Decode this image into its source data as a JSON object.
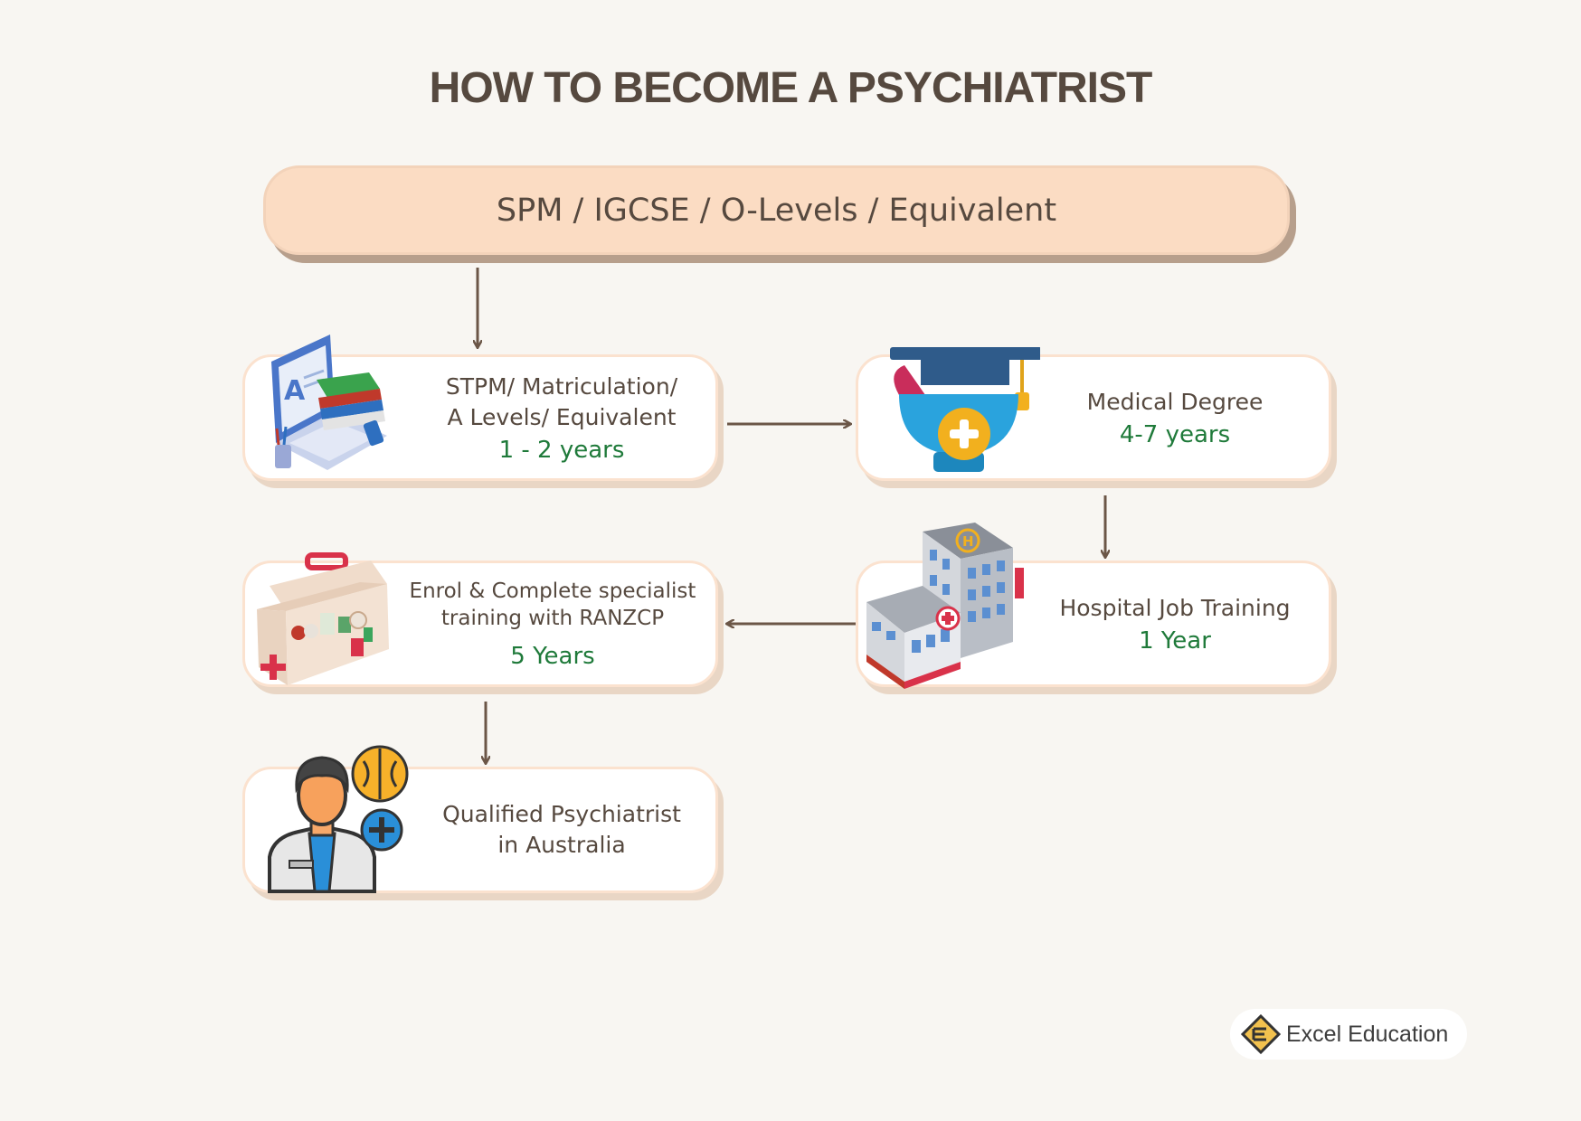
{
  "title": "HOW TO BECOME A PSYCHIATRIST",
  "start": {
    "label": "SPM / IGCSE / O-Levels / Equivalent"
  },
  "steps": [
    {
      "lines": [
        "STPM/ Matriculation/",
        "A Levels/ Equivalent"
      ],
      "duration": "1 - 2 years",
      "icon": "laptop-books-icon"
    },
    {
      "lines": [
        "Medical Degree"
      ],
      "duration": "4-7 years",
      "icon": "graduation-medical-icon"
    },
    {
      "lines": [
        "Hospital Job Training"
      ],
      "duration": "1 Year",
      "icon": "hospital-building-icon"
    },
    {
      "lines": [
        "Enrol & Complete specialist",
        "training with RANZCP"
      ],
      "duration": "5 Years",
      "icon": "medical-kit-icon"
    },
    {
      "lines": [
        "Qualified Psychiatrist",
        "in Australia"
      ],
      "duration": "",
      "icon": "psychiatrist-brain-icon"
    }
  ],
  "brand": {
    "name": "Excel Education",
    "icon": "excel-education-logo-icon"
  },
  "colors": {
    "title": "#56493f",
    "duration": "#1f7a3a",
    "start_box": "#fbdcc3",
    "arrow": "#6b5647"
  }
}
